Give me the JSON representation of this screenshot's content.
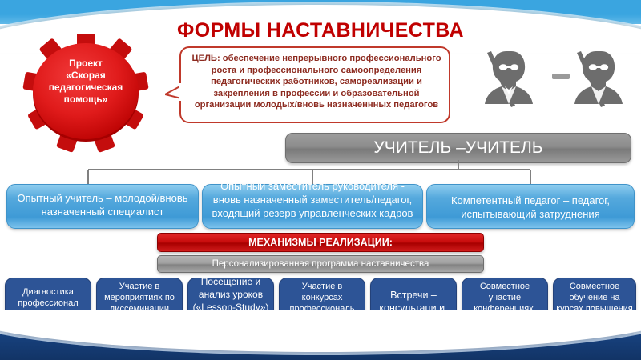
{
  "slide": {
    "title": "ФОРМЫ НАСТАВНИЧЕСТВА",
    "accent_red": "#C00000",
    "accent_blue": "#3aa5e0",
    "navy": "#2d5496"
  },
  "gear": {
    "label": "Проект\n«Скорая\nпедагогическая\nпомощь»",
    "color": "#E01B1B"
  },
  "goal": {
    "text": "ЦЕЛЬ: обеспечение непрерывного профессионального роста и профессионального самоопределения педагогических работников, самореализации и закрепления в профессии и образовательной организации молодых/вновь назначеннных педагогов",
    "border_color": "#C0392B",
    "text_color": "#8d2b20"
  },
  "teachers": {
    "left_icon": "teacher-with-pointer-icon",
    "right_icon": "teacher-with-pointer-icon",
    "separator": "–",
    "color": "#6d6d6d"
  },
  "banner": {
    "label": "УЧИТЕЛЬ –УЧИТЕЛЬ"
  },
  "pair_boxes": [
    {
      "label": "Опытный учитель – молодой/вновь назначенный специалист"
    },
    {
      "label": "Опытный заместитель руководителя - вновь назначенный заместитель/педагог, входящий резерв управленческих кадров"
    },
    {
      "label": "Компетентный педагог – педагог, испытывающий затруднения"
    }
  ],
  "mechanisms": {
    "label": "МЕХАНИЗМЫ РЕАЛИЗАЦИИ:"
  },
  "program": {
    "label": "Персонализированная программа наставничества"
  },
  "mechanism_items": [
    {
      "label": "Диагностика профессионал ьных затруднений"
    },
    {
      "label": "Участие в мероприятиях по диссеминации опыта"
    },
    {
      "label": "Посещение и анализ уроков («Lesson-Study»)"
    },
    {
      "label": "Участие в конкурсах профессиональ ного мастерства"
    },
    {
      "label": "Встречи – консультаци и, беседы"
    },
    {
      "label": "Совместное участие конференциях, олимпиадах, проектах"
    },
    {
      "label": "Совместное обучение на курсах повышения квалификации"
    }
  ]
}
